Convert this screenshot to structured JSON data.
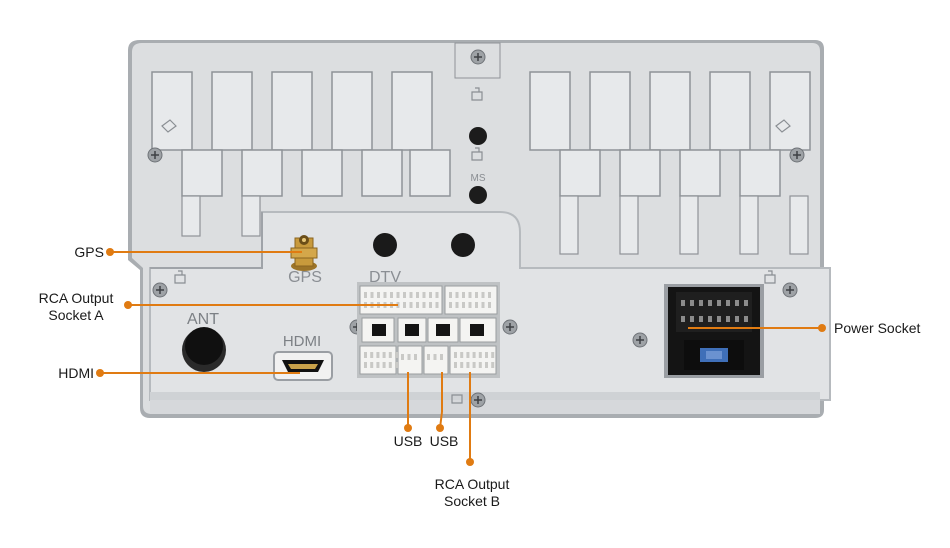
{
  "device": {
    "engraved": {
      "gps": "GPS",
      "dtv": "DTV",
      "ant": "ANT",
      "hdmi": "HDMI",
      "ms": "MS"
    },
    "colors": {
      "housing": "#dcdee0",
      "housing_shadow": "#a9adb1",
      "fin_fill": "#e7e9eb",
      "fin_edge": "#8f9398",
      "connector_white": "#f4f4f2",
      "power_connector": "#141414",
      "fuse_blue": "#3f6fb8",
      "gps_brass": "#c89a3c",
      "callout": "#e07b12"
    }
  },
  "callouts": {
    "gps": "GPS",
    "rca_a_line1": "RCA Output",
    "rca_a_line2": "Socket A",
    "hdmi": "HDMI",
    "power": "Power Socket",
    "usb_1": "USB",
    "usb_2": "USB",
    "rca_b_line1": "RCA Output",
    "rca_b_line2": "Socket B"
  }
}
